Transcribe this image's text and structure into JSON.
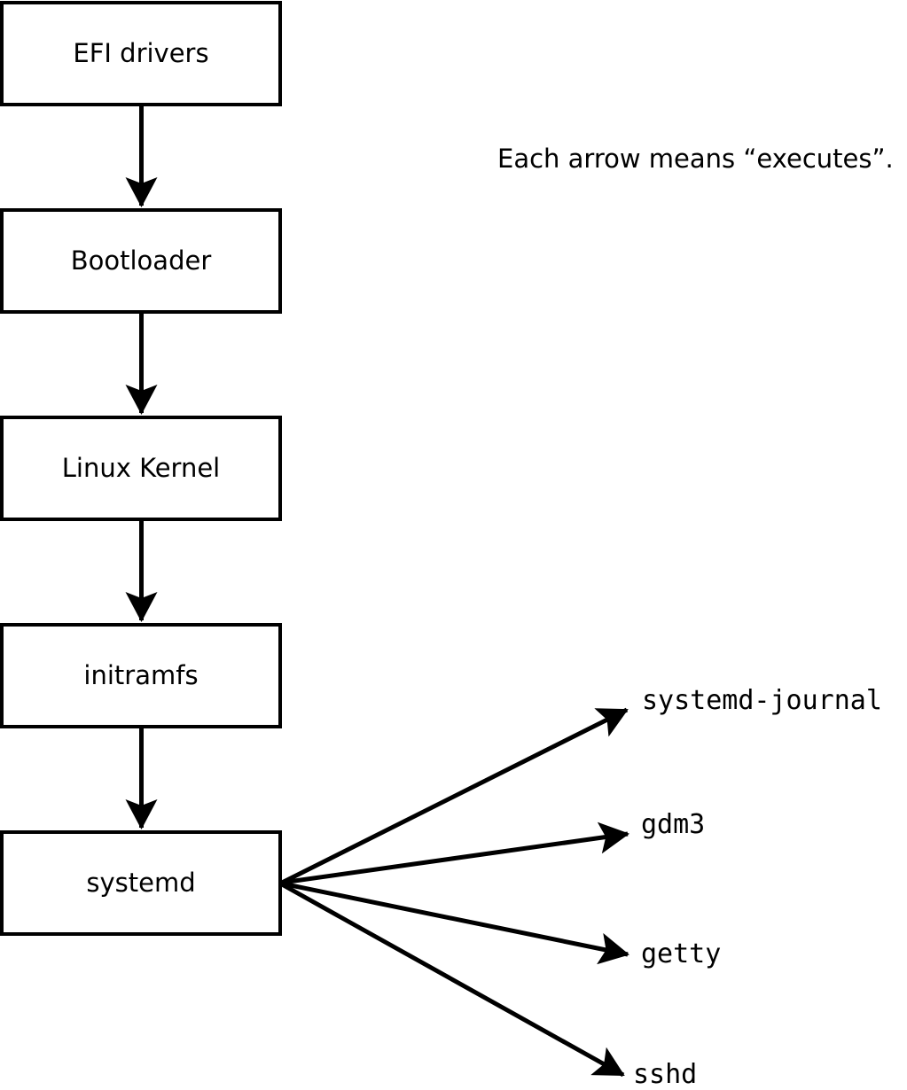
{
  "note": "Each arrow means “executes”.",
  "boot_chain": [
    {
      "label": "EFI drivers"
    },
    {
      "label": "Bootloader"
    },
    {
      "label": "Linux Kernel"
    },
    {
      "label": "initramfs"
    },
    {
      "label": "systemd"
    }
  ],
  "spawned_services": [
    {
      "label": "systemd-journal"
    },
    {
      "label": "gdm3"
    },
    {
      "label": "getty"
    },
    {
      "label": "sshd"
    }
  ],
  "arrow_meaning": "executes",
  "colors": {
    "background": "#ffffff",
    "box_fill": "#ffffff",
    "box_border": "#000000",
    "line": "#000000",
    "text": "#000000"
  }
}
